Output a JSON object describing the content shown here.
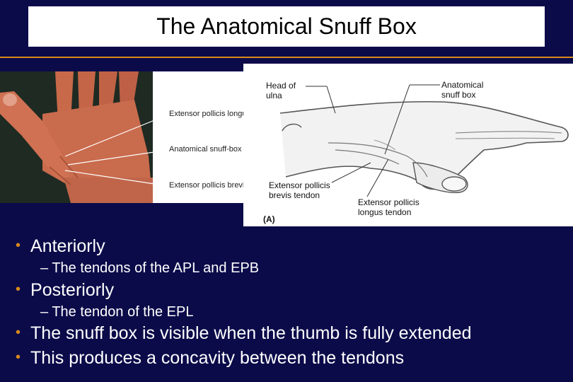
{
  "slide": {
    "title": "The Anatomical Snuff Box"
  },
  "photo": {
    "labels": {
      "epl": "Extensor pollicis longus",
      "snuffbox": "Anatomical snuff-box",
      "epb": "Extensor pollicis brevis"
    }
  },
  "diagram": {
    "labels": {
      "head_ulna_1": "Head of",
      "head_ulna_2": "ulna",
      "snuff_1": "Anatomical",
      "snuff_2": "snuff box",
      "epb_1": "Extensor pollicis",
      "epb_2": "brevis tendon",
      "epl_1": "Extensor pollicis",
      "epl_2": "longus tendon",
      "panel": "(A)"
    }
  },
  "bullets": {
    "anteriorly": "Anteriorly",
    "anteriorly_sub": "– The tendons of the APL and EPB",
    "posteriorly": "Posteriorly",
    "posteriorly_sub": "– The tendon of the EPL",
    "visible": "The snuff box is visible when the thumb is fully extended",
    "concavity": "This produces a concavity between the tendons",
    "bullet_char": "•"
  },
  "colors": {
    "background": "#0b0b4a",
    "accent": "#d98a1c",
    "skin": "#c86a4e"
  }
}
